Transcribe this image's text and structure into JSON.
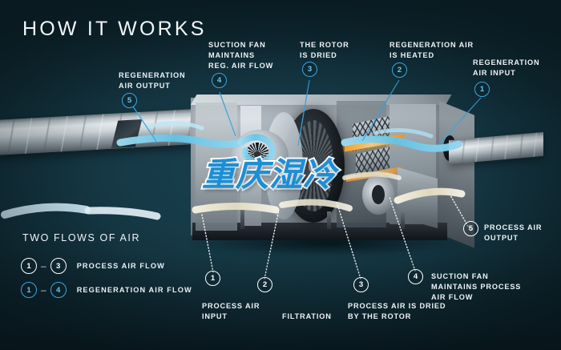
{
  "title": {
    "lead": "HOW",
    "rest": " IT WORKS"
  },
  "watermark": {
    "text": "重庆湿冷",
    "color": "#1b8fd6",
    "outline": "#ffffff"
  },
  "colors": {
    "background_dark": "#0d222a",
    "background_mid": "#163a47",
    "background_light": "#1a4150",
    "accent_blue": "#3ba7de",
    "number_blue": "#6cc6ef",
    "text_white": "#eef4f7",
    "heater_orange": "#f0a12e",
    "airflow_cyan": "#6fc9e8",
    "airflow_cream": "#efe9d2"
  },
  "callouts": [
    {
      "id": "regeneration-air-output",
      "number": "5",
      "label": "REGENERATION\nAIR OUTPUT",
      "style": "blue"
    },
    {
      "id": "suction-fan-reg",
      "number": "4",
      "label": "SUCTION FAN\nMAINTAINS\nREG. AIR FLOW",
      "style": "blue"
    },
    {
      "id": "rotor-is-dried",
      "number": "3",
      "label": "THE ROTOR\nIS DRIED",
      "style": "blue"
    },
    {
      "id": "regeneration-air-heated",
      "number": "2",
      "label": "REGENERATION AIR\nIS HEATED",
      "style": "blue"
    },
    {
      "id": "regeneration-air-input",
      "number": "1",
      "label": "REGENERATION\nAIR INPUT",
      "style": "blue"
    },
    {
      "id": "process-air-output",
      "number": "5",
      "label": "PROCESS AIR\nOUTPUT",
      "style": "white"
    },
    {
      "id": "suction-fan-process",
      "number": "4",
      "label": "SUCTION FAN\nMAINTAINS PROCESS\nAIR FLOW",
      "style": "white"
    },
    {
      "id": "process-air-dried",
      "number": "3",
      "label": "PROCESS AIR IS DRIED\nBY THE ROTOR",
      "style": "white"
    },
    {
      "id": "filtration",
      "number": "2",
      "label": "FILTRATION",
      "style": "white"
    },
    {
      "id": "process-air-input",
      "number": "1",
      "label": "PROCESS AIR\nINPUT",
      "style": "white"
    }
  ],
  "legend": {
    "heading": "TWO FLOWS OF AIR",
    "rows": [
      {
        "from": "1",
        "to": "3",
        "dash": "–",
        "label": "PROCESS AIR FLOW",
        "style": "white"
      },
      {
        "from": "1",
        "to": "4",
        "dash": "–",
        "label": "REGENERATION AIR FLOW",
        "style": "blue"
      }
    ]
  }
}
